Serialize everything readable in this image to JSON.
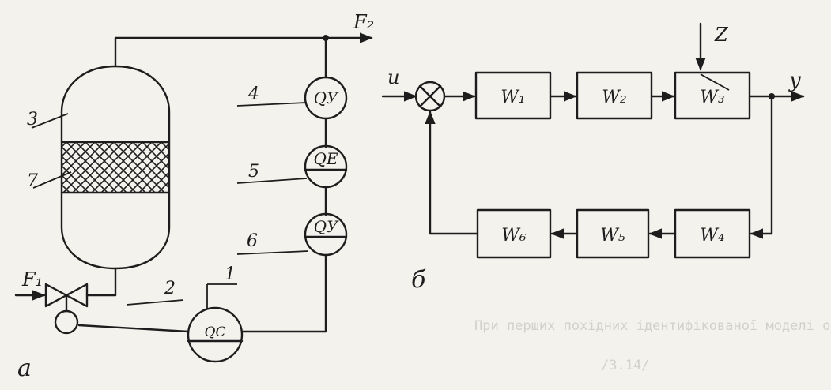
{
  "part_a": {
    "label": "а",
    "flow_in": "F₁",
    "flow_out": "F₂",
    "callouts": [
      "1",
      "2",
      "3",
      "4",
      "5",
      "6",
      "7"
    ],
    "instruments": {
      "top": "QУ",
      "middle": "QE",
      "lower": "QУ",
      "bottom": "QC"
    }
  },
  "part_b": {
    "label": "б",
    "input": "u",
    "output": "y",
    "disturbance": "Z",
    "blocks": {
      "w1": "W₁",
      "w2": "W₂",
      "w3": "W₃",
      "w4": "W₄",
      "w5": "W₅",
      "w6": "W₆"
    }
  },
  "bleed_through": {
    "line1": "При перших похідних ідентифікованої моделі отримаємо",
    "line2": "/3.14/"
  }
}
